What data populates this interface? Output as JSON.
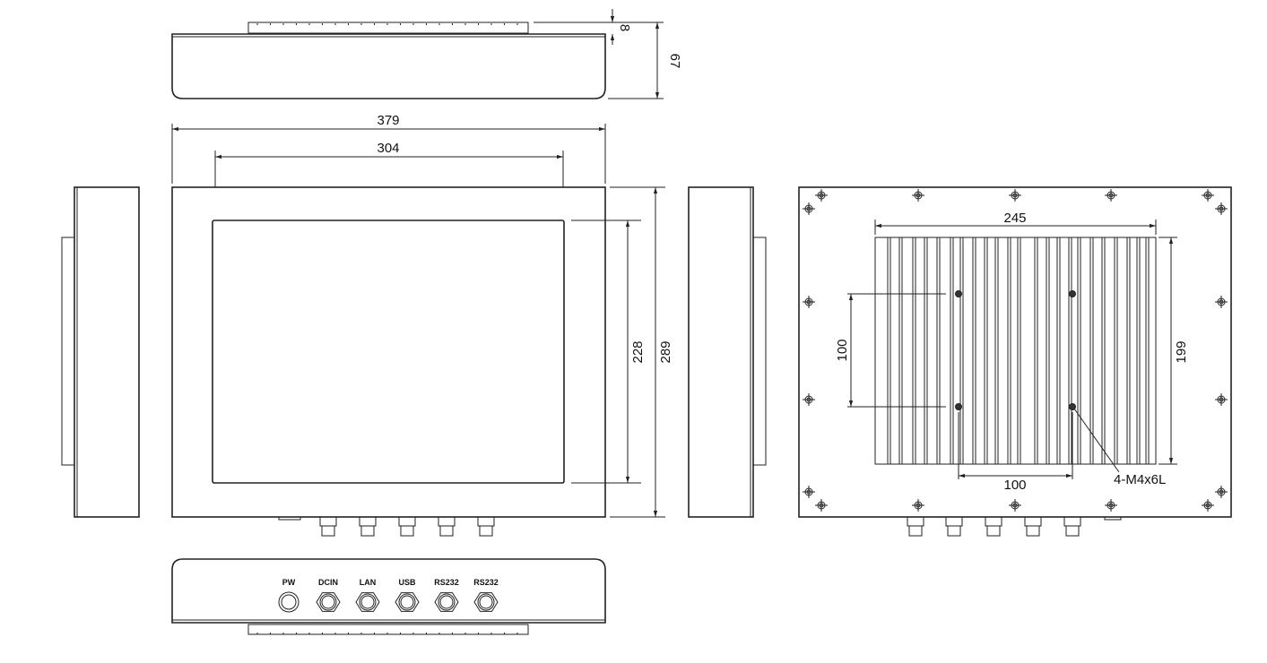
{
  "title": "Panel PC dimensional drawing",
  "dimensions": {
    "fin_height": "8",
    "depth": "67",
    "overall_width": "379",
    "screen_width": "304",
    "screen_height": "228",
    "overall_height": "289",
    "heatsink_width": "245",
    "heatsink_height": "199",
    "vesa_vertical": "100",
    "vesa_horizontal": "100",
    "mount_screw_note": "4-M4x6L"
  },
  "ports": [
    {
      "label": "PW",
      "shape": "round"
    },
    {
      "label": "DCIN",
      "shape": "hex"
    },
    {
      "label": "LAN",
      "shape": "hex"
    },
    {
      "label": "USB",
      "shape": "hex"
    },
    {
      "label": "RS232",
      "shape": "hex"
    },
    {
      "label": "RS232",
      "shape": "hex"
    }
  ],
  "colors": {
    "line": "#222222",
    "background": "#ffffff"
  }
}
